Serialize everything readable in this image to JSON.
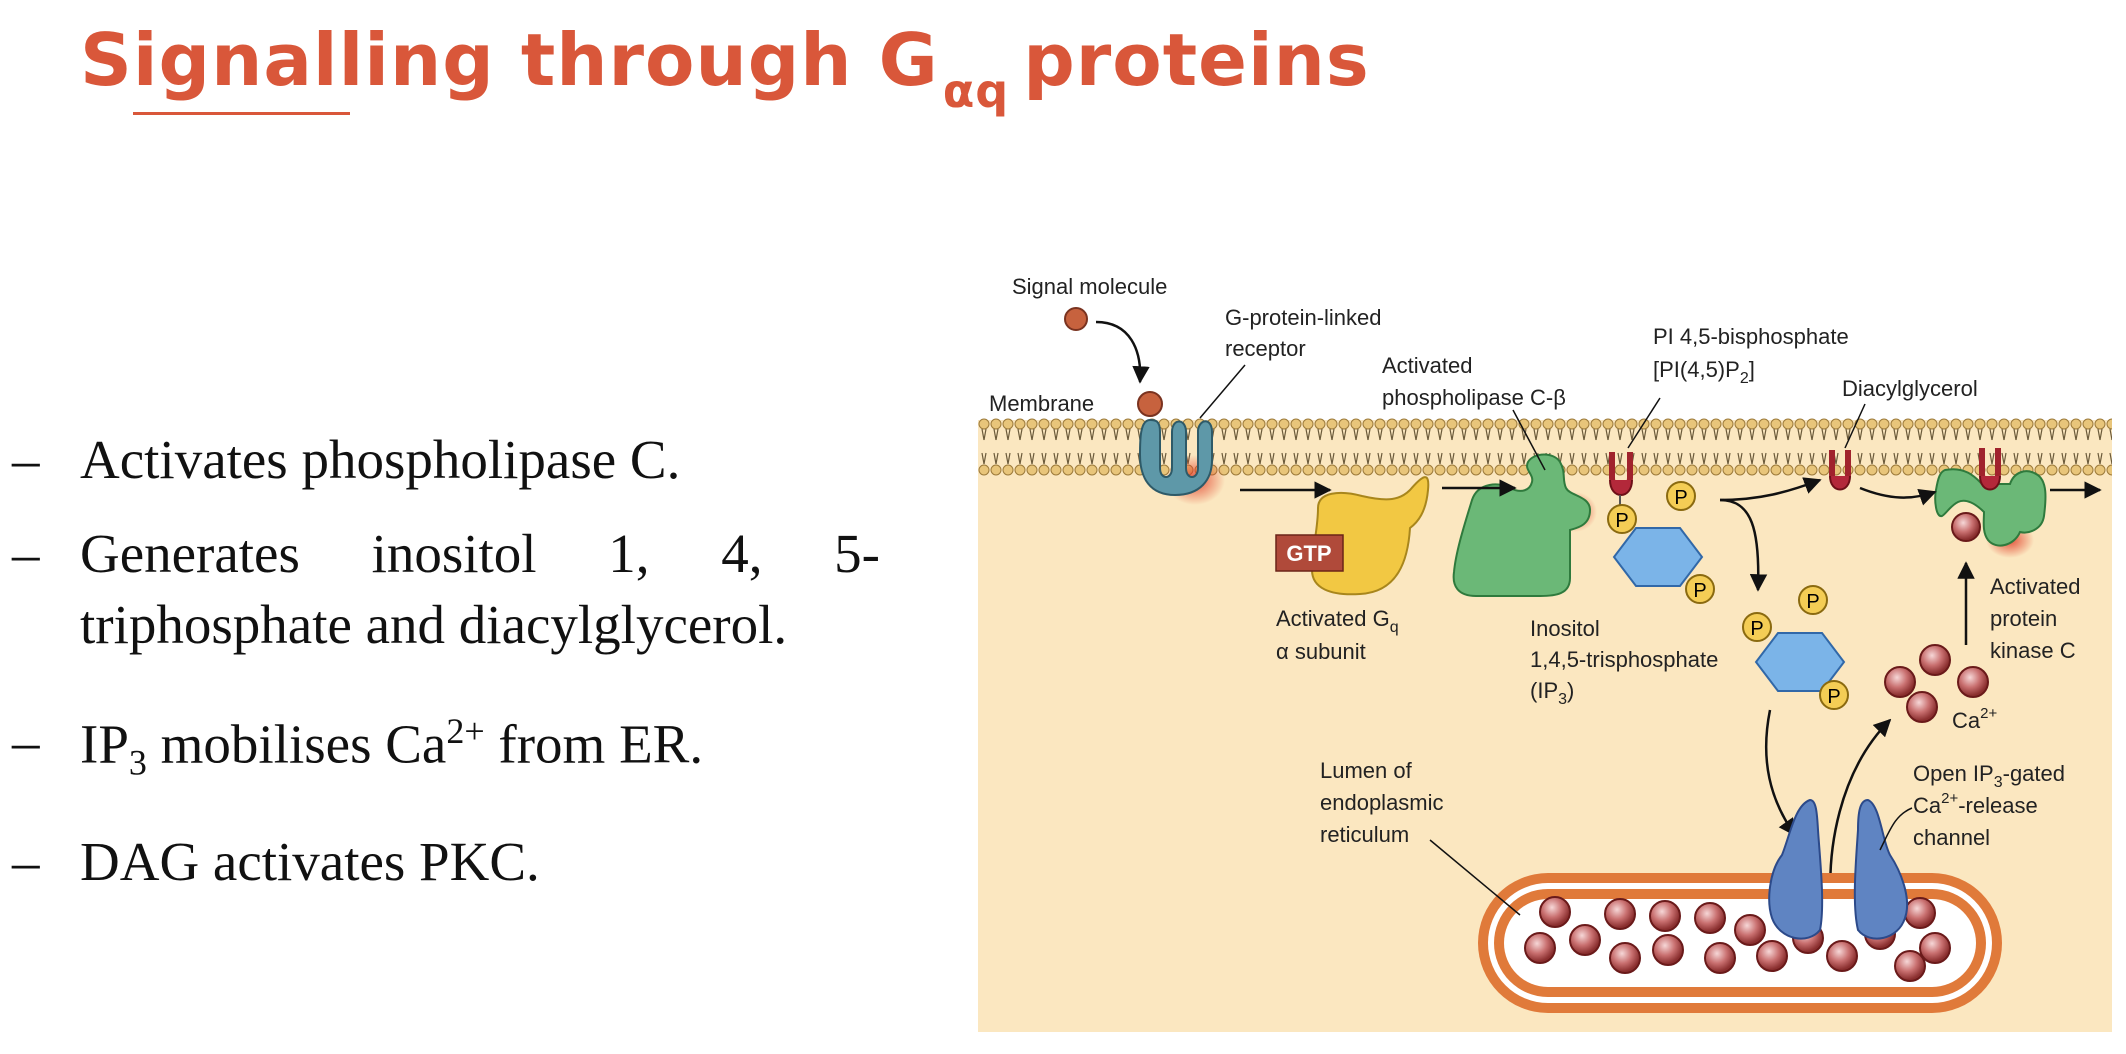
{
  "slide": {
    "title_main": "Signalling through G",
    "title_sub": "αq",
    "title_end": "proteins"
  },
  "bullets": {
    "dash": "–",
    "b1": "Activates phospholipase C.",
    "b2_words": [
      "Generates",
      "inositol",
      "1,",
      "4,",
      "5-"
    ],
    "b2_line2": "triphosphate and diacylglycerol.",
    "b3_a": "IP",
    "b3_sub": "3",
    "b3_b": " mobilises Ca",
    "b3_sup": "2+",
    "b3_c": " from ER.",
    "b4": "DAG activates PKC."
  },
  "diagram": {
    "signal_molecule": "Signal molecule",
    "receptor_1": "G-protein-linked",
    "receptor_2": "receptor",
    "membrane": "Membrane",
    "plc_1": "Activated",
    "plc_2": "phospholipase C-β",
    "pip2_1": "PI 4,5-bisphosphate",
    "pip2_2a": "[PI(4,5)P",
    "pip2_2sub": "2",
    "pip2_2b": "]",
    "dag": "Diacylglycerol",
    "gtp": "GTP",
    "gq_1a": "Activated G",
    "gq_1sub": "q",
    "gq_2": "α subunit",
    "ip3_1": "Inositol",
    "ip3_2": "1,4,5-trisphosphate",
    "ip3_3a": "(IP",
    "ip3_3sub": "3",
    "ip3_3b": ")",
    "pkc_1": "Activated",
    "pkc_2": "protein",
    "pkc_3": "kinase C",
    "ca_a": "Ca",
    "ca_sup": "2+",
    "er_1": "Lumen of",
    "er_2": "endoplasmic",
    "er_3": "reticulum",
    "chan_1a": "Open IP",
    "chan_1sub": "3",
    "chan_1b": "-gated",
    "chan_2a": "Ca",
    "chan_2sup": "2+",
    "chan_2b": "-release",
    "chan_3": "channel",
    "phosphate": "P"
  }
}
